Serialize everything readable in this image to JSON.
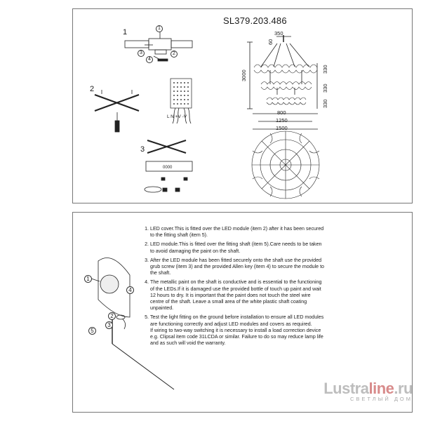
{
  "header": {
    "model": "SL379.203.486"
  },
  "steps": {
    "s1": "1",
    "s2": "2",
    "s3": "3"
  },
  "callouts": [
    "1",
    "2",
    "3",
    "4",
    "5"
  ],
  "dims": {
    "d350": "350",
    "d60": "60",
    "d3000": "3000",
    "d330": "330",
    "d800": "800",
    "d1250": "1250",
    "d1500": "1500"
  },
  "wiring": {
    "labels": "L  N  +V  -V"
  },
  "instructions": {
    "items": [
      "LED cover.This is fitted over the LED module (item 2) after it has been secured to the fitting shaft (item 5).",
      "LED module.This is fitted over the fitting shaft (item 5).Care needs to be taken to avoid damaging the paint on the shaft.",
      "After the LED module has been fitted securely onto the shaft use the provided grub screw (item 3) and the provided Allen key (item 4) to secure the module to the shaft.",
      "The metallic paint on the shaft is conductive and is essential to the functioning of the LEDs.If it is damaged use the provided bottle of touch up paint and wait 12 hours to dry. It is important that the paint does not touch the steel wire centre of the shaft. Leave a small area of the white plastic shaft coating unpainted.",
      "Test the light fitting on the ground before installation to ensure all LED modules are functioning correctly and adjust LED modules and covers as required."
    ],
    "note": "If wiring to two-way switching it is necessary to install a load correction device e.g. Clipsal item code 31LCDA or similar. Failure to do so may reduce lamp life and as such will void the warranty."
  },
  "brand": {
    "name_a": "Lustra",
    "name_b": "line",
    "name_c": ".ru",
    "tagline": "СВЕТЛЫЙ ДОМ"
  }
}
